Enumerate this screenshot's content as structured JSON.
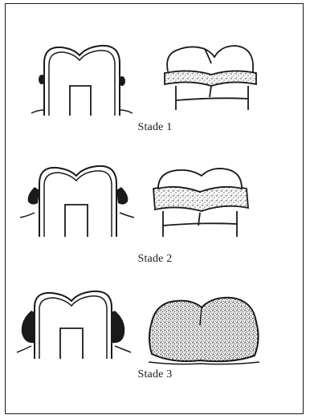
{
  "stages": [
    {
      "label": "Stade 1",
      "level": 1
    },
    {
      "label": "Stade 2",
      "level": 2
    },
    {
      "label": "Stade 3",
      "level": 3
    }
  ],
  "colors": {
    "ink": "#1a1a1a",
    "background": "#ffffff"
  }
}
